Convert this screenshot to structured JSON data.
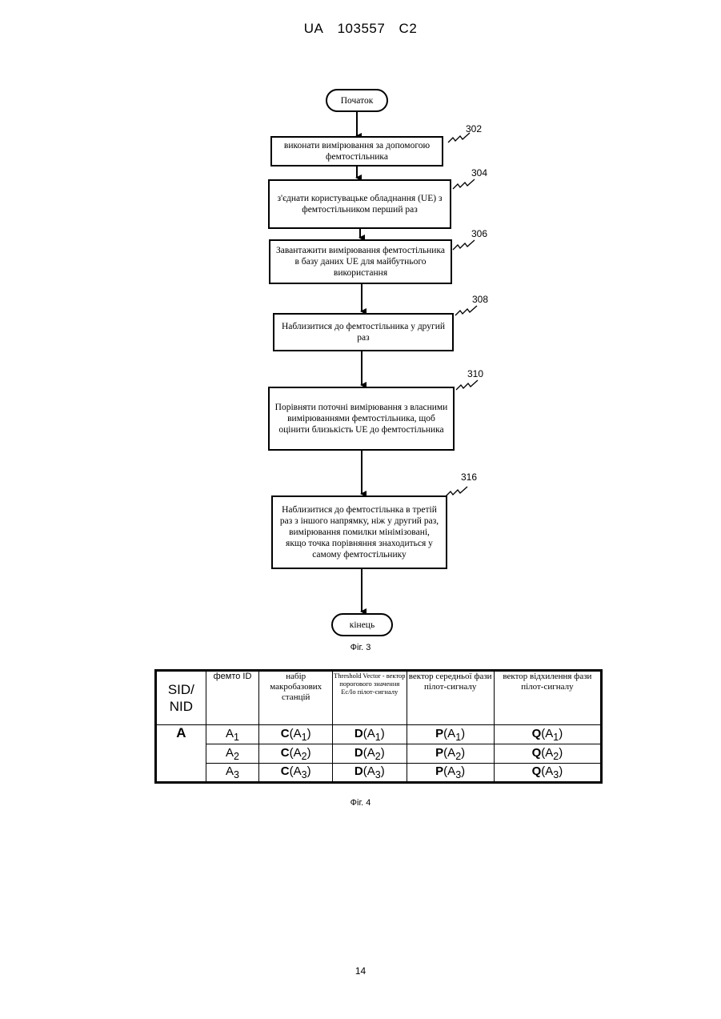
{
  "header": {
    "country": "UA",
    "number": "103557",
    "kind": "C2"
  },
  "flowchart": {
    "start": "Початок",
    "end": "кінець",
    "steps": [
      {
        "ref": "302",
        "text": "виконати вимірювання за допомогою фемтостільника"
      },
      {
        "ref": "304",
        "text": "з'єднати користувацьке обладнання (UE) з фемтостільником перший раз"
      },
      {
        "ref": "306",
        "text": "Завантажити вимірювання фемтостільника в базу даних UE для майбутнього використання"
      },
      {
        "ref": "308",
        "text": "Наблизитися до фемтостільника у другий раз"
      },
      {
        "ref": "310",
        "text": "Порівняти поточні вимірювання з власними вимірюваннями фемтостільника, щоб оцінити близькість UE до фемтостільника"
      },
      {
        "ref": "316",
        "text": "Наблизитися до фемтостільнка в третій раз з іншого напрямку, ніж у другий раз, вимірювання помилки мінімізовані, якщо точка порівняння знаходиться у самому фемтостільнику"
      }
    ],
    "caption": "Фіг. 3"
  },
  "table": {
    "headers": {
      "sid": "SID/ NID",
      "femto": "фемто ID",
      "macro": "набір макробазових станцій",
      "threshold": "Threshold Vector - вектор порогового значення Ec/Io пілот-сигналу",
      "mean_phase": "вектор середньої фази пілот-сигналу",
      "deviation": "вектор відхилення фази пілот-сигналу"
    },
    "sid_value": "A",
    "rows": [
      {
        "femto": "A",
        "sub": "1",
        "c": "C",
        "d": "D",
        "p": "P",
        "q": "Q"
      },
      {
        "femto": "A",
        "sub": "2",
        "c": "C",
        "d": "D",
        "p": "P",
        "q": "Q"
      },
      {
        "femto": "A",
        "sub": "3",
        "c": "C",
        "d": "D",
        "p": "P",
        "q": "Q"
      }
    ],
    "caption": "Фіг. 4"
  },
  "page_number": "14"
}
